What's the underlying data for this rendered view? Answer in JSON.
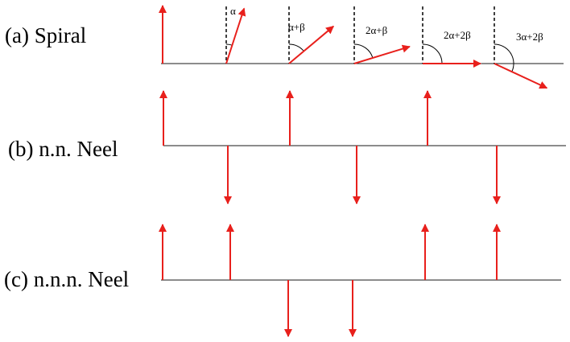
{
  "rows": [
    {
      "id": "spiral",
      "label": "(a) Spiral",
      "kind": "spiral",
      "spins": [
        {
          "angle_label": "",
          "angle_from_up_deg": 0
        },
        {
          "angle_label": "α",
          "angle_from_up_deg": 18
        },
        {
          "angle_label": "α+β",
          "angle_from_up_deg": 50
        },
        {
          "angle_label": "2α+β",
          "angle_from_up_deg": 73
        },
        {
          "angle_label": "2α+2β",
          "angle_from_up_deg": 90
        },
        {
          "angle_label": "3α+2β",
          "angle_from_up_deg": 115
        }
      ]
    },
    {
      "id": "nn-neel",
      "label": "(b) n.n. Neel",
      "kind": "collinear",
      "spins": [
        "up",
        "down",
        "up",
        "down",
        "up",
        "down"
      ]
    },
    {
      "id": "nnn-neel",
      "label": "(c) n.n.n. Neel",
      "kind": "collinear",
      "spins": [
        "up",
        "up",
        "down",
        "down",
        "up",
        "up"
      ]
    }
  ],
  "colors": {
    "arrow": "#e8201c",
    "arrow_dark": "#a3141a",
    "axis": "#1a1a1a",
    "dash": "#000000"
  }
}
